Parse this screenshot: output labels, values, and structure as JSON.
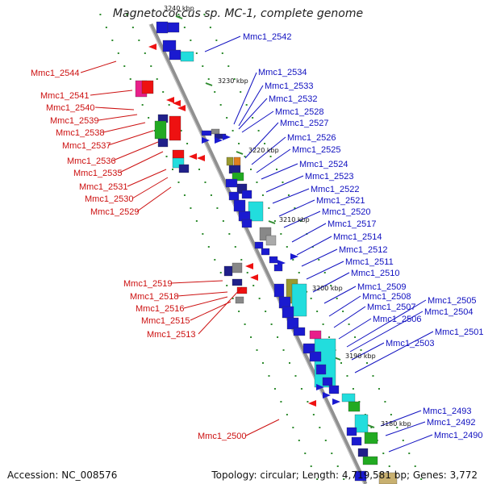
{
  "title": "Magnetococcus sp. MC-1, complete genome",
  "accession": "Accession: NC_008576",
  "topology": "Topology: circular; Length: 4,719,581 bp; Genes: 3,772",
  "colors": {
    "forward_label": "#1010c0",
    "reverse_label": "#cc1010",
    "backbone": "#909090",
    "tick": "#2e8b2e"
  },
  "scale_labels": [
    "3240 kbp",
    "3230 kbp",
    "3220 kbp",
    "3210 kbp",
    "3200 kbp",
    "3190 kbp",
    "3180 kbp"
  ],
  "forward_genes": [
    "Mmc1_2542",
    "Mmc1_2534",
    "Mmc1_2533",
    "Mmc1_2532",
    "Mmc1_2528",
    "Mmc1_2527",
    "Mmc1_2526",
    "Mmc1_2525",
    "Mmc1_2524",
    "Mmc1_2523",
    "Mmc1_2522",
    "Mmc1_2521",
    "Mmc1_2520",
    "Mmc1_2517",
    "Mmc1_2514",
    "Mmc1_2512",
    "Mmc1_2511",
    "Mmc1_2510",
    "Mmc1_2509",
    "Mmc1_2508",
    "Mmc1_2507",
    "Mmc1_2506",
    "Mmc1_2505",
    "Mmc1_2504",
    "Mmc1_2503",
    "Mmc1_2501",
    "Mmc1_2493",
    "Mmc1_2492",
    "Mmc1_2490"
  ],
  "reverse_genes": [
    "Mmc1_2544",
    "Mmc1_2541",
    "Mmc1_2540",
    "Mmc1_2539",
    "Mmc1_2538",
    "Mmc1_2537",
    "Mmc1_2536",
    "Mmc1_2535",
    "Mmc1_2531",
    "Mmc1_2530",
    "Mmc1_2529",
    "Mmc1_2519",
    "Mmc1_2518",
    "Mmc1_2516",
    "Mmc1_2515",
    "Mmc1_2513",
    "Mmc1_2500"
  ]
}
